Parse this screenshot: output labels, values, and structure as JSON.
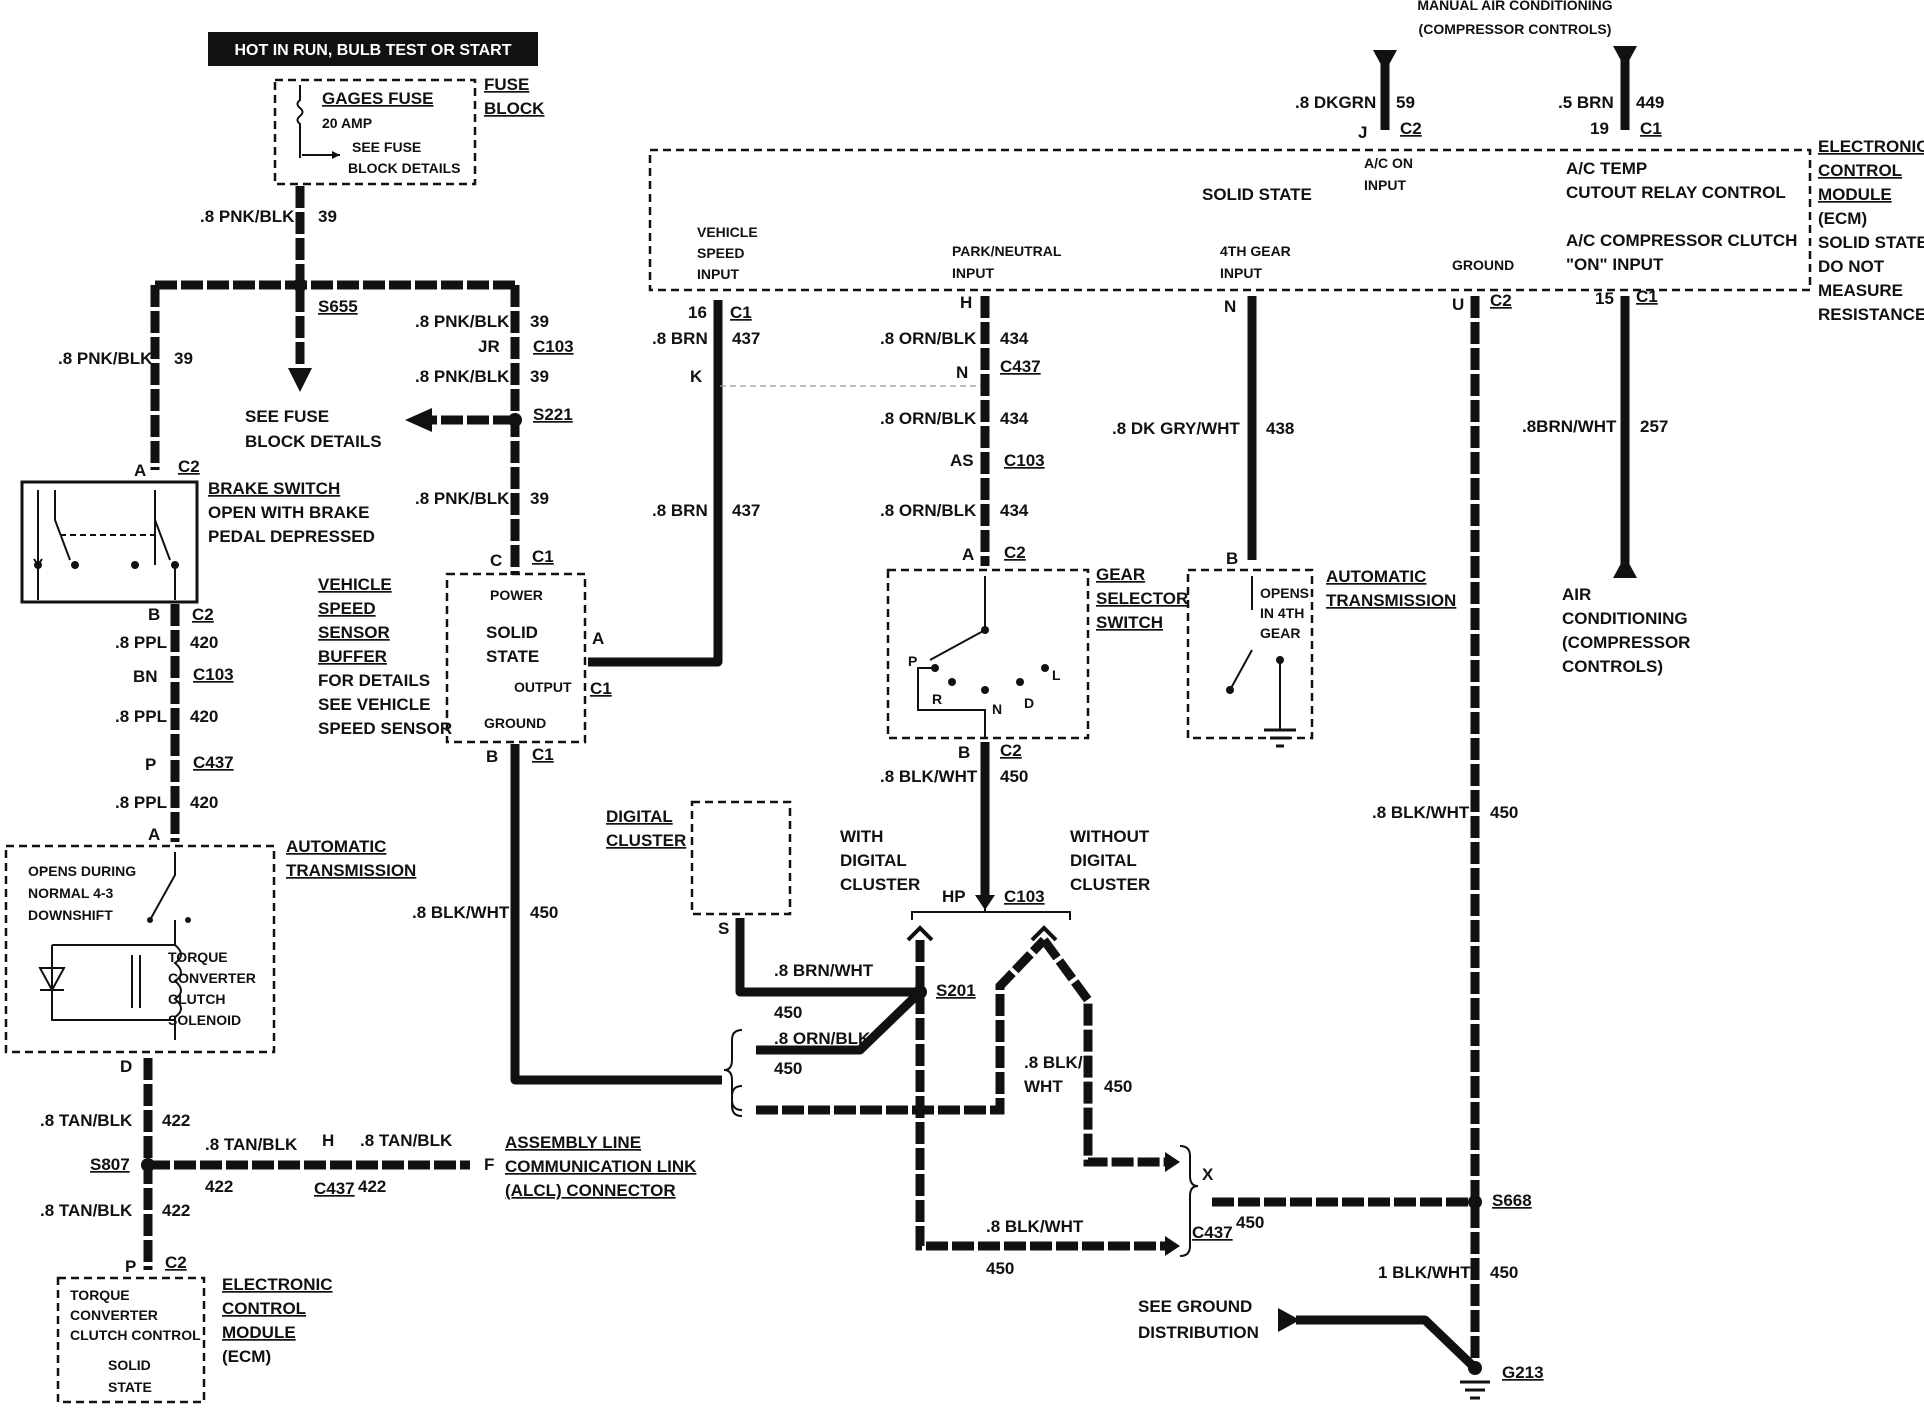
{
  "title_banner": "HOT IN RUN, BULB TEST OR START",
  "header_top": [
    "MANUAL AIR CONDITIONING",
    "(COMPRESSOR CONTROLS)"
  ],
  "fuse": {
    "name": "GAGES FUSE",
    "rating": "20 AMP",
    "note1": "SEE FUSE",
    "note2": "BLOCK DETAILS",
    "block1": "FUSE",
    "block2": "BLOCK"
  },
  "wires": {
    "w39_top": ".8 PNK/BLK",
    "c39": "39",
    "splice_s655": "S655",
    "left_pnk": ".8 PNK/BLK",
    "left_39": "39",
    "r_pnk1": ".8 PNK/BLK",
    "r_39a": "39",
    "jr": "JR",
    "c103a": "C103",
    "r_pnk2": ".8 PNK/BLK",
    "r_39b": "39",
    "s221": "S221",
    "r_pnk3": ".8 PNK/BLK",
    "r_39c": "39",
    "see_fuse1": "SEE FUSE",
    "see_fuse2": "BLOCK DETAILS",
    "ppl1": ".8 PPL",
    "n420a": "420",
    "bn": "BN",
    "c103b": "C103",
    "ppl2": ".8 PPL",
    "n420b": "420",
    "p": "P",
    "c437a": "C437",
    "ppl3": ".8 PPL",
    "n420c": "420",
    "tan1": ".8 TAN/BLK",
    "n422a": "422",
    "s807": "S807",
    "tan2": ".8 TAN/BLK",
    "n422b": "422",
    "h": "H",
    "c437b": "C437",
    "n422c": "422",
    "tan3": ".8 TAN/BLK",
    "tan4": ".8 TAN/BLK",
    "n422d": "422",
    "f": "F",
    "alcl1": "ASSEMBLY LINE",
    "alcl2": "COMMUNICATION LINK",
    "alcl3": "(ALCL) CONNECTOR",
    "brn1": ".8 BRN",
    "n437a": "437",
    "k": "K",
    "brn2": ".8 BRN",
    "n437b": "437",
    "c16": "16",
    "c1a": "C1",
    "blkwht1": ".8 BLK/WHT",
    "n450a": "450",
    "orn1": ".8 ORN/BLK",
    "n434a": "434",
    "ncon": "N",
    "c437c": "C437",
    "orn2": ".8 ORN/BLK",
    "n434b": "434",
    "as": "AS",
    "c103c": "C103",
    "orn3": ".8 ORN/BLK",
    "n434c": "434",
    "blkwht2": ".8 BLK/WHT",
    "n450b": "450",
    "hp": "HP",
    "c103d": "C103",
    "dkgry": ".8 DK GRY/WHT",
    "n438": "438",
    "brnwht257": ".8BRN/WHT",
    "n257": "257",
    "blkwht3": ".8 BLK/WHT",
    "n450c": "450",
    "dkgrn": ".8 DKGRN",
    "n59": "59",
    "jc": "J",
    "c2top": "C2",
    "brn5": ".5 BRN",
    "n449": "449",
    "n19": "19",
    "c1top": "C1",
    "brnwht": ".8 BRN/WHT",
    "n450d": "450",
    "s201": "S201",
    "ornblk": ".8 ORN/BLK",
    "n450e": "450",
    "blkwht4": ".8 BLK/WHT",
    "n450f": "450",
    "blkwht5": ".8 BLK/",
    "wht": "WHT",
    "n450g": "450",
    "x": "X",
    "c437d": "C437",
    "n450h": "450",
    "s668": "S668",
    "blkwht6": ".8 BLK/WHT",
    "n450i": "450",
    "blkwht7": "1 BLK/WHT",
    "n450j": "450",
    "g213": "G213",
    "see_gnd1": "SEE GROUND",
    "see_gnd2": "DISTRIBUTION"
  },
  "brake_switch": {
    "title": "BRAKE SWITCH",
    "l1": "OPEN WITH BRAKE",
    "l2": "PEDAL DEPRESSED",
    "a": "A",
    "c2a": "C2",
    "b": "B",
    "c2b": "C2"
  },
  "vss_buffer": {
    "l1": "VEHICLE",
    "l2": "SPEED",
    "l3": "SENSOR",
    "l4": "BUFFER",
    "l5": "FOR DETAILS",
    "l6": "SEE VEHICLE",
    "l7": "SPEED SENSOR",
    "power": "POWER",
    "solid": "SOLID",
    "state": "STATE",
    "output": "OUTPUT",
    "ground": "GROUND",
    "c": "C",
    "c1": "C1",
    "a": "A",
    "c1b": "C1",
    "b": "B",
    "c1c": "C1"
  },
  "tcc": {
    "t1": "OPENS DURING",
    "t2": "NORMAL 4-3",
    "t3": "DOWNSHIFT",
    "s1": "TORQUE",
    "s2": "CONVERTER",
    "s3": "CLUTCH",
    "s4": "SOLENOID",
    "lbl1": "AUTOMATIC",
    "lbl2": "TRANSMISSION",
    "a": "A",
    "d": "D"
  },
  "ecm_bottom": {
    "l1": "TORQUE",
    "l2": "CONVERTER",
    "l3": "CLUTCH CONTROL",
    "l4": "SOLID",
    "l5": "STATE",
    "r1": "ELECTRONIC",
    "r2": "CONTROL",
    "r3": "MODULE",
    "r4": "(ECM)",
    "p": "P",
    "c2": "C2"
  },
  "ecm_top": {
    "vsi1": "VEHICLE",
    "vsi2": "SPEED",
    "vsi3": "INPUT",
    "pn1": "PARK/NEUTRAL",
    "pn2": "INPUT",
    "g4a": "4TH GEAR",
    "g4b": "INPUT",
    "gnd": "GROUND",
    "solid": "SOLID STATE",
    "acon1": "A/C ON",
    "acon2": "INPUT",
    "temp1": "A/C TEMP",
    "temp2": "CUTOUT RELAY CONTROL",
    "cl1": "A/C COMPRESSOR CLUTCH",
    "cl2": "\"ON\" INPUT",
    "r1": "ELECTRONIC",
    "r2": "CONTROL",
    "r3": "MODULE",
    "r4": "(ECM)",
    "r5": "SOLID STATE:",
    "r6": "DO NOT",
    "r7": "MEASURE",
    "r8": "RESISTANCE",
    "h": "H",
    "c1": "C1",
    "n": "N",
    "u": "U",
    "c2": "C2",
    "n15": "15",
    "c1b": "C1"
  },
  "gear_selector": {
    "l1": "GEAR",
    "l2": "SELECTOR",
    "l3": "SWITCH",
    "a": "A",
    "c2": "C2",
    "b": "B",
    "c2b": "C2",
    "p": "P",
    "r": "R",
    "n": "N",
    "d": "D",
    "l": "L"
  },
  "auto_trans": {
    "l1": "AUTOMATIC",
    "l2": "TRANSMISSION",
    "o1": "OPENS",
    "o2": "IN 4TH",
    "o3": "GEAR",
    "b": "B"
  },
  "ac": {
    "l1": "AIR",
    "l2": "CONDITIONING",
    "l3": "(COMPRESSOR",
    "l4": "CONTROLS)"
  },
  "digital": {
    "l1": "DIGITAL",
    "l2": "CLUSTER",
    "s": "S",
    "with1": "WITH",
    "with2": "DIGITAL",
    "with3": "CLUSTER",
    "wo1": "WITHOUT",
    "wo2": "DIGITAL",
    "wo3": "CLUSTER"
  }
}
